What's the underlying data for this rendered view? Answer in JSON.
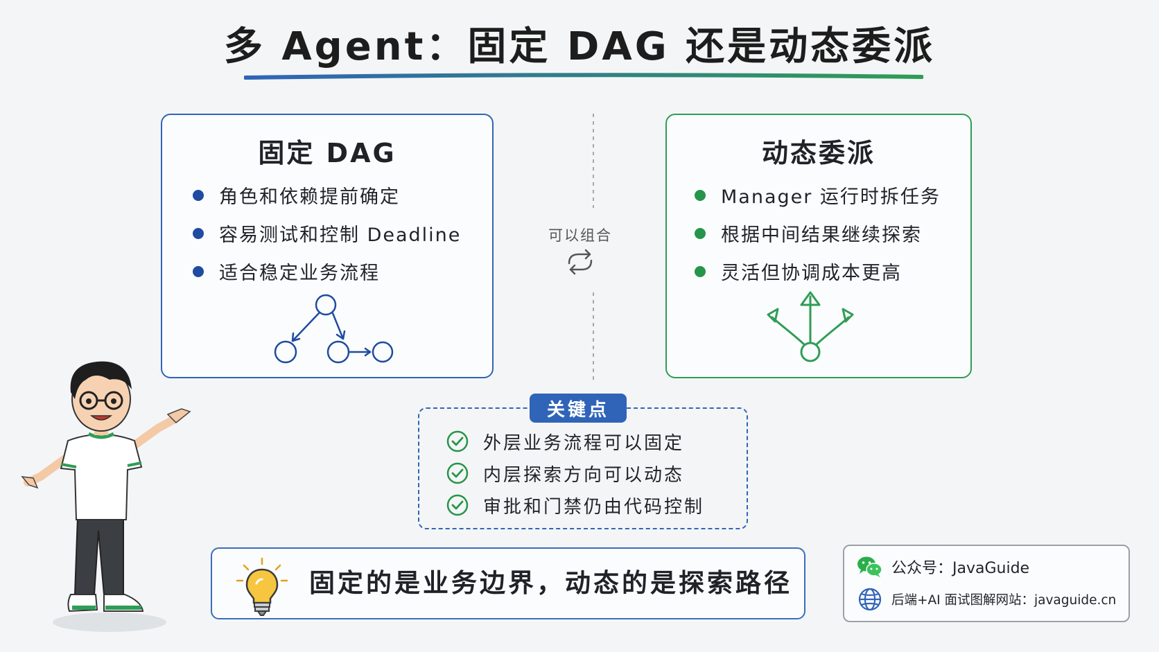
{
  "title": "多 Agent：固定 DAG 还是动态委派",
  "left_card": {
    "title": "固定 DAG",
    "bullets": [
      "角色和依赖提前确定",
      "容易测试和控制 Deadline",
      "适合稳定业务流程"
    ],
    "icon": "dag-graph-icon",
    "color": "#2f64b8"
  },
  "right_card": {
    "title": "动态委派",
    "bullets": [
      "Manager 运行时拆任务",
      "根据中间结果继续探索",
      "灵活但协调成本更高"
    ],
    "icon": "branching-arrows-icon",
    "color": "#2f9d55"
  },
  "middle": {
    "label": "可以组合",
    "icon": "cycle-icon"
  },
  "key_points": {
    "tag": "关键点",
    "items": [
      "外层业务流程可以固定",
      "内层探索方向可以动态",
      "审批和门禁仍由代码控制"
    ],
    "icon": "check-circle-icon"
  },
  "summary": {
    "text": "固定的是业务边界，动态的是探索路径",
    "icon": "lightbulb-icon"
  },
  "credit": {
    "wechat": "公众号：JavaGuide",
    "site": "后端+AI 面试图解网站：javaguide.cn",
    "icons": [
      "wechat-icon",
      "globe-icon"
    ]
  },
  "mascot": "cartoon-boy-with-glasses"
}
